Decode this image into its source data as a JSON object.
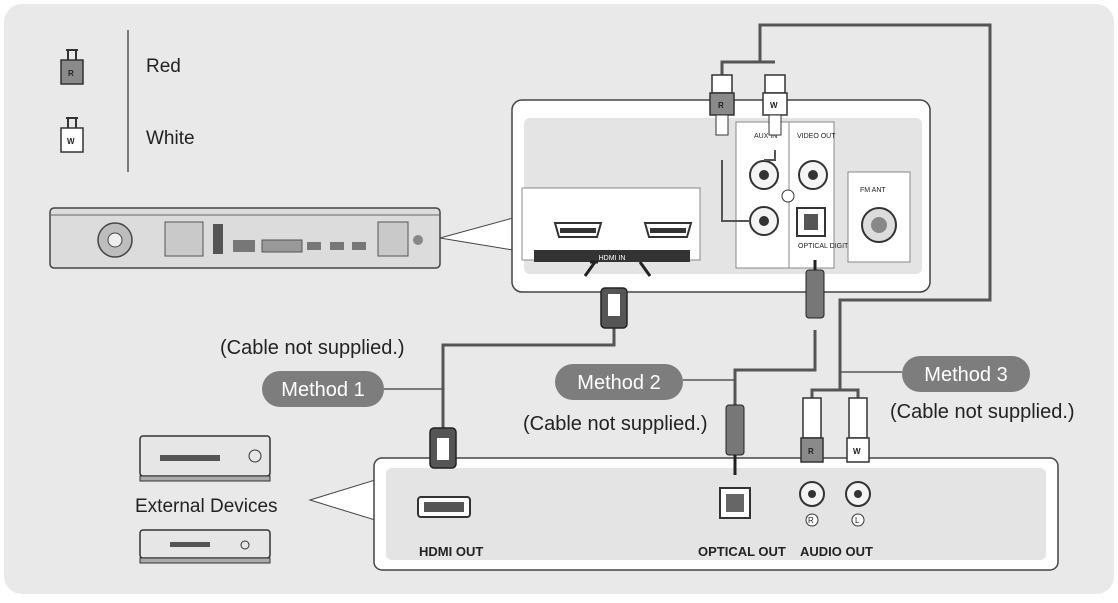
{
  "legend": {
    "red_letter": "R",
    "red_label": "Red",
    "white_letter": "W",
    "white_label": "White"
  },
  "main_unit_panel": {
    "aux_in": "AUX IN",
    "video_out": "VIDEO OUT",
    "fm_ant": "FM ANT",
    "hdmi_in": "HDMI IN",
    "optical_digital_audio_in": "OPTICAL DIGITAL AUDIO IN"
  },
  "methods": {
    "method1": "Method 1",
    "method2": "Method 2",
    "method3": "Method 3",
    "cable_note": "(Cable not supplied.)"
  },
  "external": {
    "title": "External Devices",
    "hdmi_out": "HDMI OUT",
    "optical_out": "OPTICAL OUT",
    "audio_out": "AUDIO OUT",
    "jack_r": "R",
    "jack_l": "L",
    "plug_r": "R",
    "plug_w": "W"
  },
  "colors": {
    "background": "#e9e9e9",
    "panel": "#ffffff",
    "pill": "#7d7d7d",
    "cable": "#555555"
  }
}
